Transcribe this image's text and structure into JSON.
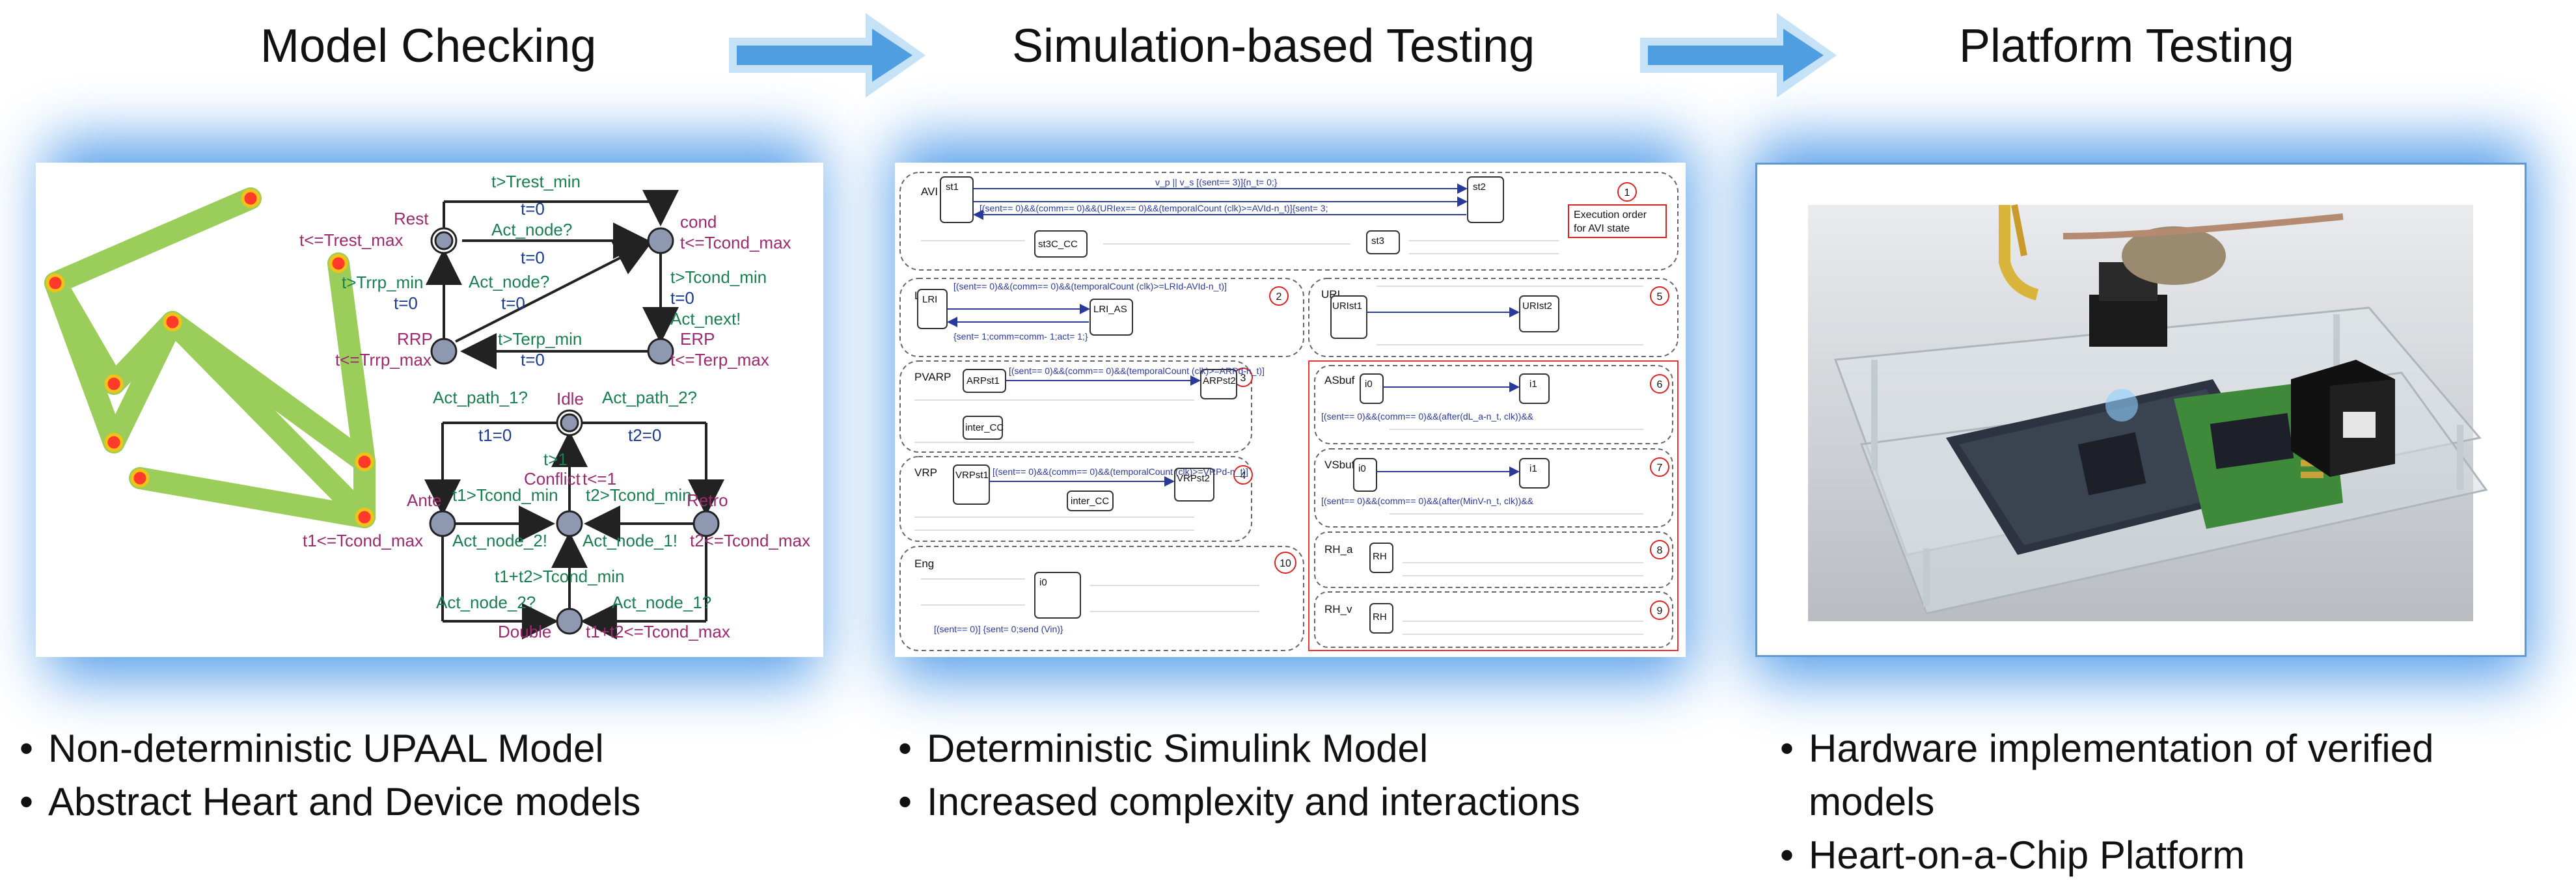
{
  "stages": [
    {
      "title": "Model Checking"
    },
    {
      "title": "Simulation-based Testing"
    },
    {
      "title": "Platform Testing"
    }
  ],
  "bullets": {
    "model_checking": [
      "Non-deterministic UPAAL Model",
      "Abstract Heart and Device models"
    ],
    "simulation": [
      "Deterministic Simulink Model",
      "Increased complexity and interactions"
    ],
    "platform": [
      "Hardware implementation of verified models",
      "Heart-on-a-Chip Platform"
    ]
  },
  "upaal": {
    "rest": "Rest",
    "rest_inv": "t<=Trest_max",
    "trest_guard": "t>Trest_min",
    "t_reset_1": "t=0",
    "act_node_q1": "Act_node?",
    "t_reset_2": "t=0",
    "cond": "cond",
    "cond_inv": "t<=Tcond_max",
    "trrp_guard": "t>Trrp_min",
    "t_reset_3": "t=0",
    "act_node_q2": "Act_node?",
    "t_reset_4": "t=0",
    "tcond_guard": "t>Tcond_min",
    "t_reset_5": "t=0",
    "act_next": "Act_next!",
    "rrp": "RRP",
    "rrp_inv": "t<=Trrp_max",
    "terp_guard": "t>Terp_min",
    "t_reset_6": "t=0",
    "erp": "ERP",
    "erp_inv": "t<=Terp_max",
    "idle": "Idle",
    "act_path_1": "Act_path_1?",
    "act_path_2": "Act_path_2?",
    "t1_reset": "t1=0",
    "t2_reset": "t2=0",
    "conflict_t1": "t>1",
    "conflict": "Conflict",
    "conflict_inv": "t<=1",
    "ante": "Ante",
    "ante_inv": "t1<=Tcond_max",
    "retro": "Retro",
    "retro_inv": "t2<=Tcond_max",
    "t1_guard": "t1>Tcond_min",
    "t2_guard": "t2>Tcond_min",
    "act_node_2_a": "Act_node_2!",
    "act_node_1_a": "Act_node_1!",
    "t1t2_guard": "t1+t2>Tcond_min",
    "act_node_2_b": "Act_node_2?",
    "act_node_1_b": "Act_node_1?",
    "double": "Double",
    "double_inv": "t1+t2<=Tcond_max"
  },
  "simulink": {
    "rows": [
      {
        "name": "AVI",
        "num": "1"
      },
      {
        "name": "LRI",
        "num": "2"
      },
      {
        "name": "PVARP",
        "num": "3"
      },
      {
        "name": "VRP",
        "num": "4"
      },
      {
        "name": "URI",
        "num": "5"
      },
      {
        "name": "ASbuf",
        "num": "6"
      },
      {
        "name": "VSbuf",
        "num": "7"
      },
      {
        "name": "RH_a",
        "num": "8"
      },
      {
        "name": "RH_v",
        "num": "9"
      },
      {
        "name": "Eng",
        "num": "10"
      }
    ],
    "exec_note": [
      "Execution order",
      "for AVI state"
    ],
    "states": {
      "st1": "st1",
      "st2": "st2",
      "st3": "st3",
      "st3c": "st3C_CC",
      "lri": "LRI",
      "lri_as": "LRI_AS",
      "lri2": "LRI",
      "uri_st1": "URIst1",
      "uri_st2": "URIst2",
      "arp_st1": "ARPst1",
      "arp_st2": "ARPst2",
      "inter_cc_1": "inter_CC",
      "vrp_st1": "VRPst1",
      "vrp_st2": "VRPst2",
      "inter_cc_2": "inter_CC",
      "i0_a": "i0",
      "i1_a": "i1",
      "i0_v": "i0",
      "i1_v": "i1",
      "rh_a": "RH",
      "rh_v": "RH",
      "eng_i0": "i0"
    },
    "code": [
      "[(sent== 0)&&(comm== 0)&&(URIex== 0)&&(temporalCount (clk)>=AVId-n_t)]{sent= 3;",
      "[(sent== 0)&&(comm== 0)&&(temporalCount (clk)>=LRId-AVId-n_t)]",
      "[(sent== 0)&&(comm== 0)&&(temporalCount (clk)>=ARPd-n_t)]",
      "[(sent== 0)&&(comm== 0)&&(temporalCount (clk)>=VRPd-n_t)]",
      "[(sent== 0)&&(comm== 0)&&(after(dL_a-n_t, clk))&&",
      "[(sent== 0)&&(comm== 0)&&(after(MinV-n_t, clk))&&",
      "[(sent== 0)] {sent= 0;send (Vin)}",
      "{sent= 1;comm=comm- 1;act= 1;}",
      "v_p || v_s [(sent== 3)]{n_t= 0;}"
    ]
  }
}
